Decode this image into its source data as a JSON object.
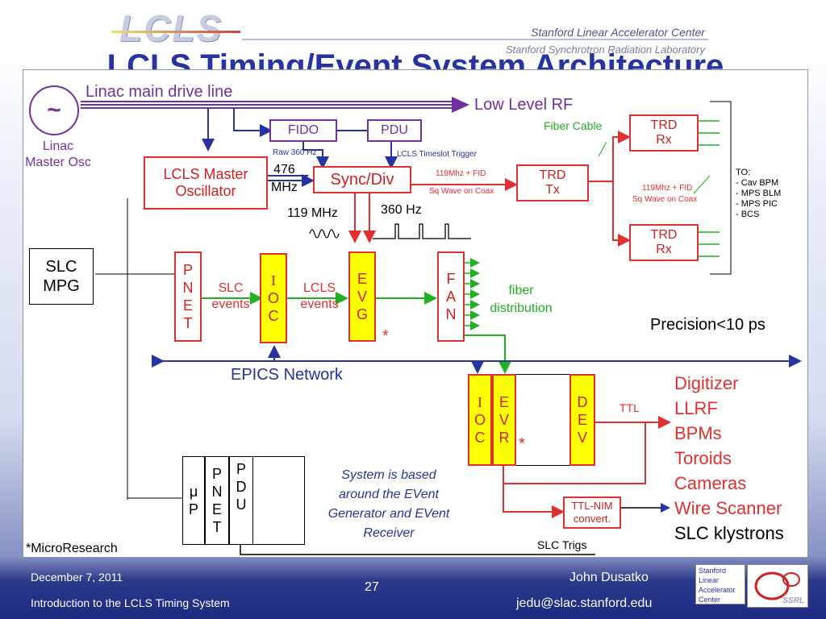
{
  "header": {
    "logo": "LCLS",
    "org1": "Stanford Linear Accelerator Center",
    "org2": "Stanford Synchrotron Radiation Laboratory",
    "title": "LCLS Timing/Event System Architecture"
  },
  "diagram": {
    "osc_symbol": "~",
    "linac_master_osc": [
      "Linac",
      "Master Osc"
    ],
    "linac_drive_line": "Linac main drive line",
    "low_level_rf": "Low Level RF",
    "fido": "FIDO",
    "pdu": "PDU",
    "raw_360": "Raw 360 Hz",
    "lcls_timeslot": "LCLS Timeslot Trigger",
    "master_osc": [
      "LCLS Master",
      "Oscillator"
    ],
    "mhz476": [
      "476",
      "MHz"
    ],
    "sync_div": "Sync/Div",
    "fid119": "119Mhz + FID",
    "sqwave": "Sq Wave on Coax",
    "trd_tx": [
      "TRD",
      "Tx"
    ],
    "trd_rx_top": [
      "TRD",
      "Rx"
    ],
    "trd_rx_bot": [
      "TRD",
      "Rx"
    ],
    "fiber_cable": "Fiber Cable",
    "fid119_b": "119Mhz + FID",
    "sqwave_b": "Sq Wave on Coax",
    "to_list": [
      "TO:",
      "- Cav BPM",
      "- MPS BLM",
      "- MPS PIC",
      "- BCS"
    ],
    "mhz119": "119 MHz",
    "hz360": "360 Hz",
    "slc_mpg": [
      "SLC",
      "MPG"
    ],
    "pnet": [
      "P",
      "N",
      "E",
      "T"
    ],
    "slc_events": [
      "SLC",
      "events"
    ],
    "ioc": [
      "I",
      "O",
      "C"
    ],
    "lcls_events": [
      "LCLS",
      "events"
    ],
    "evg": [
      "E",
      "V",
      "G"
    ],
    "fan": [
      "F",
      "A",
      "N"
    ],
    "fiber_dist": [
      "fiber",
      "distribution"
    ],
    "star": "*",
    "precision": "Precision<10 ps",
    "epics": "EPICS Network",
    "ioc2": [
      "I",
      "O",
      "C"
    ],
    "evr": [
      "E",
      "V",
      "R"
    ],
    "dev": [
      "D",
      "E",
      "V"
    ],
    "star2": "*",
    "ttl": "TTL",
    "devices_red": [
      "Digitizer",
      "LLRF",
      "BPMs",
      "Toroids",
      "Cameras",
      "Wire Scanner"
    ],
    "slc_klystrons": "SLC klystrons",
    "ttl_nim": [
      "TTL-NIM",
      "convert."
    ],
    "system_note": [
      "System is based",
      "around the EVent",
      "Generator and EVent",
      "Receiver"
    ],
    "mup": [
      "μ",
      "P"
    ],
    "pnet2": [
      "P",
      "N",
      "E",
      "T"
    ],
    "pdu2": [
      "P",
      "D",
      "U"
    ],
    "slc_trigs": "SLC Trigs",
    "microresearch": "*MicroResearch"
  },
  "footer": {
    "date": "December 7, 2011",
    "course": "Introduction to the LCLS Timing System",
    "page": "27",
    "author": "John Dusatko",
    "email": "jedu@slac.stanford.edu",
    "logo_text": [
      "Stanford",
      "Linear",
      "Accelerator",
      "Center"
    ],
    "ssrl": "SSRL"
  },
  "colors": {
    "red": "#e03030",
    "purple": "#7030a0",
    "blue": "#2733a0",
    "green": "#20b020",
    "yellow": "#ffff00"
  }
}
